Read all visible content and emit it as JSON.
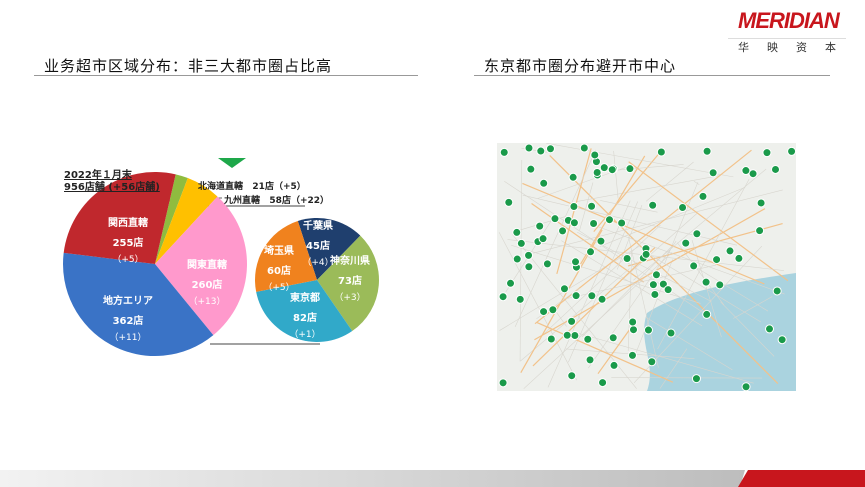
{
  "header": {
    "logo_text": "MERIDIAN",
    "logo_sub": "华映资本"
  },
  "left": {
    "title": "业务超市区域分布：非三大都市圈占比高"
  },
  "right": {
    "title": "东京都市圈分布避开市中心"
  },
  "chart_data": [
    {
      "type": "pie",
      "title": "2022年１月末",
      "subtitle": "956店舗 (+56店舗)",
      "slices": [
        {
          "label": "北海道直轄",
          "value": 21,
          "value_label": "21店",
          "change": "（+5）",
          "color": "#8fbc3f"
        },
        {
          "label": "九州直轄",
          "value": 58,
          "value_label": "58店",
          "change": "（+22）",
          "color": "#ffc000"
        },
        {
          "label": "関東直轄",
          "value": 260,
          "value_label": "260店",
          "change": "（+13）",
          "color": "#ff99cc"
        },
        {
          "label": "地方エリア",
          "value": 362,
          "value_label": "362店",
          "change": "（+11）",
          "color": "#3a73c6"
        },
        {
          "label": "関西直轄",
          "value": 255,
          "value_label": "255店",
          "change": "（+5）",
          "color": "#c0282d"
        }
      ]
    },
    {
      "type": "pie",
      "title": "",
      "slices": [
        {
          "label": "千葉県",
          "value": 45,
          "value_label": "45店",
          "change": "（+4）",
          "color": "#1f3f6e"
        },
        {
          "label": "神奈川県",
          "value": 73,
          "value_label": "73店",
          "change": "（+3）",
          "color": "#9bbb59"
        },
        {
          "label": "東京都",
          "value": 82,
          "value_label": "82店",
          "change": "（+1）",
          "color": "#31a9c9"
        },
        {
          "label": "埼玉県",
          "value": 60,
          "value_label": "60店",
          "change": "（+5）",
          "color": "#f0821e"
        }
      ]
    }
  ],
  "colors": {
    "accent": "#c8161d",
    "pin": "#1a9a4a"
  }
}
